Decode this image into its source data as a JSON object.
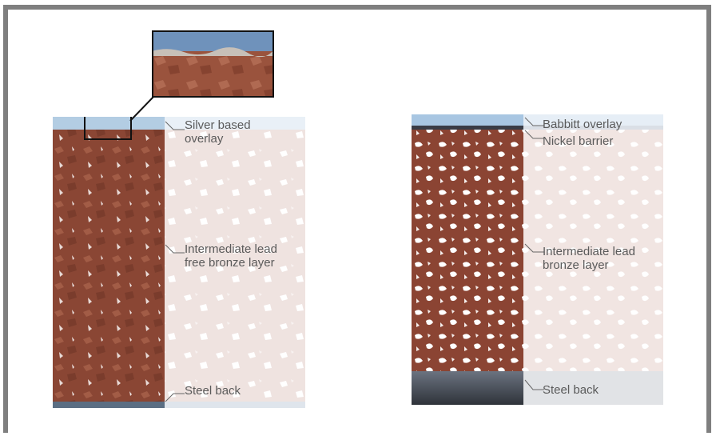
{
  "left_figure": {
    "labels": {
      "overlay": [
        "Silver based",
        "overlay"
      ],
      "intermediate": [
        "Intermediate lead",
        "free bronze layer"
      ],
      "steel": "Steel back"
    }
  },
  "right_figure": {
    "labels": {
      "overlay": "Babbitt overlay",
      "barrier": "Nickel barrier",
      "intermediate": [
        "Intermediate lead",
        "bronze layer"
      ],
      "steel": "Steel back"
    }
  },
  "colors": {
    "frame": "#7f7f7f",
    "bronze": "#8f4a35",
    "pale_section": "#f1e6e3",
    "overlay_blue": "#b9d2e6",
    "steel": "#3b3f47",
    "label_text": "#5a5a5a"
  }
}
